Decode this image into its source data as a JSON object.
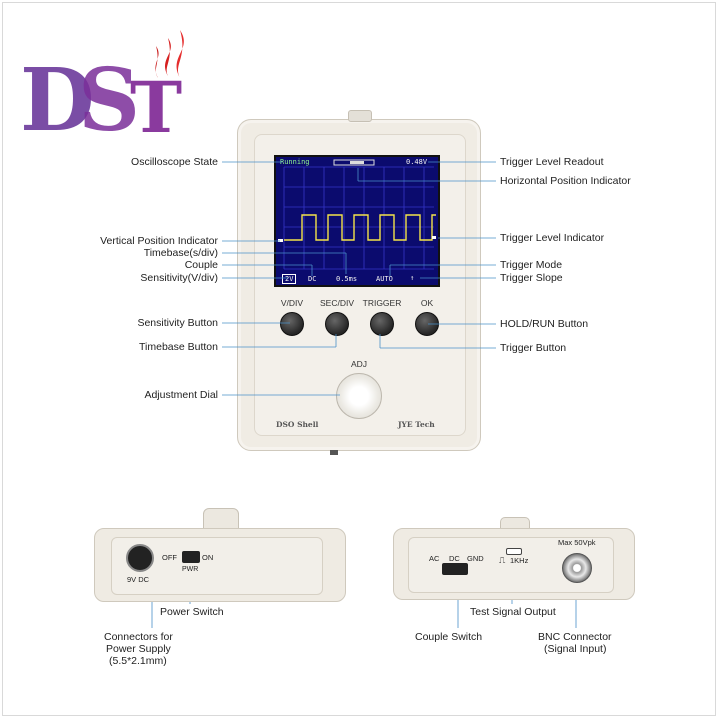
{
  "logo": {
    "text": "DST"
  },
  "screen": {
    "state": "Running",
    "trigger_level": "0.48V",
    "sensitivity": "2V",
    "couple": "DC",
    "timebase": "0.5ms",
    "trigger_mode": "AUTO",
    "trigger_slope": "↑"
  },
  "device": {
    "buttons": [
      "V/DIV",
      "SEC/DIV",
      "TRIGGER",
      "OK"
    ],
    "adj": "ADJ",
    "brand_left": "DSO Shell",
    "brand_right": "JYE Tech"
  },
  "labels_left": {
    "state": "Oscilloscope State",
    "vpos": "Vertical Position Indicator",
    "timebase": "Timebase(s/div)",
    "couple": "Couple",
    "sensitivity": "Sensitivity(V/div)",
    "sens_btn": "Sensitivity Button",
    "time_btn": "Timebase Button",
    "dial": "Adjustment Dial"
  },
  "labels_right": {
    "trig_readout": "Trigger Level Readout",
    "hpos": "Horizontal Position Indicator",
    "trig_ind": "Trigger Level Indicator",
    "trig_mode": "Trigger Mode",
    "trig_slope": "Trigger Slope",
    "hold_btn": "HOLD/RUN Button",
    "trig_btn": "Trigger Button"
  },
  "left_panel": {
    "dc_jack": "9V  DC",
    "off": "OFF",
    "on": "ON",
    "pwr": "PWR",
    "power_switch": "Power Switch",
    "connectors_1": "Connectors for",
    "connectors_2": "Power Supply",
    "connectors_3": "(5.5*2.1mm)"
  },
  "right_panel": {
    "ac": "AC",
    "dc": "DC",
    "gnd": "GND",
    "freq": "1KHz",
    "maxv": "Max 50Vpk",
    "test_signal": "Test Signal Output",
    "couple_switch": "Couple Switch",
    "bnc_1": "BNC Connector",
    "bnc_2": "(Signal Input)"
  },
  "colors": {
    "screen_bg": "#0b0b6e",
    "trace": "#f5e44a",
    "grid": "#3b3bd0",
    "logo_purple": "#7a3fa8",
    "logo_red": "#d62020"
  }
}
